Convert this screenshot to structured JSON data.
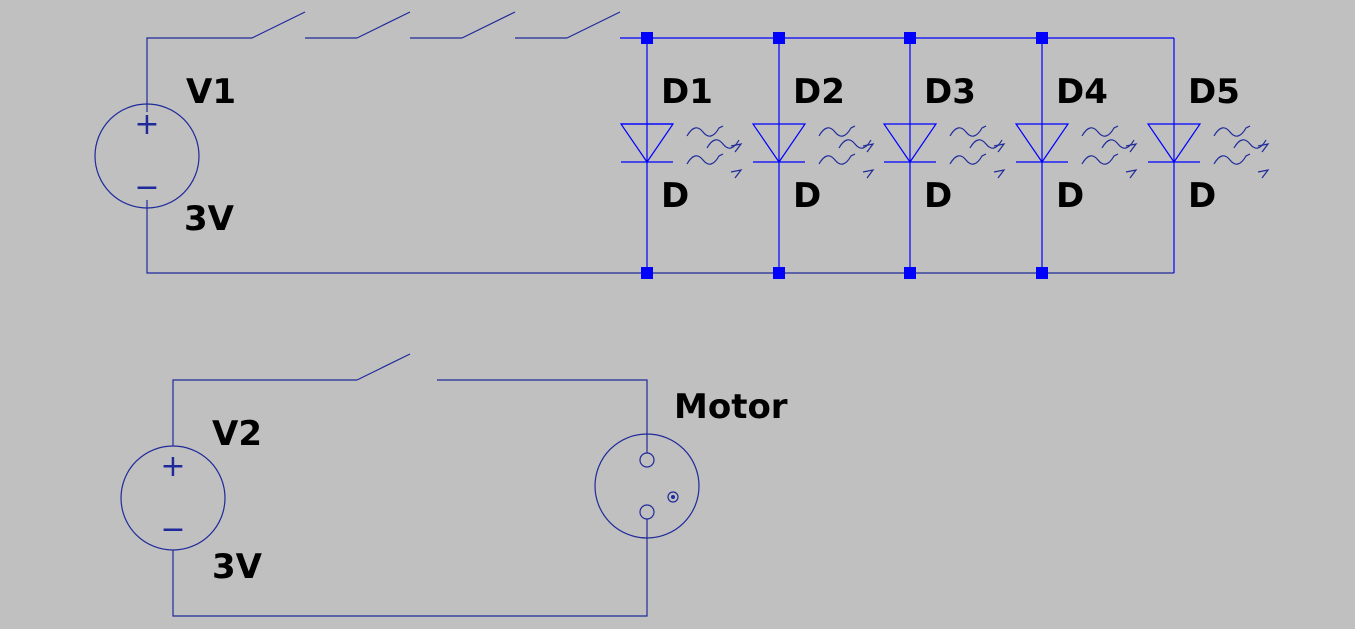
{
  "colors": {
    "background": "#c0c0c0",
    "wire": "#0000ff",
    "label": "#000000"
  },
  "sources": [
    {
      "name": "V1",
      "value": "3V"
    },
    {
      "name": "V2",
      "value": "3V"
    }
  ],
  "diodes": [
    {
      "name": "D1",
      "model": "D"
    },
    {
      "name": "D2",
      "model": "D"
    },
    {
      "name": "D3",
      "model": "D"
    },
    {
      "name": "D4",
      "model": "D"
    },
    {
      "name": "D5",
      "model": "D"
    }
  ],
  "motor": {
    "label": "Motor"
  },
  "switches": {
    "top_count": 4,
    "bottom_count": 1
  },
  "symbols": {
    "plus": "+",
    "minus": "−"
  },
  "icons": [
    "voltage-source-icon",
    "led-icon",
    "switch-icon",
    "motor-icon",
    "junction-dot-icon"
  ]
}
